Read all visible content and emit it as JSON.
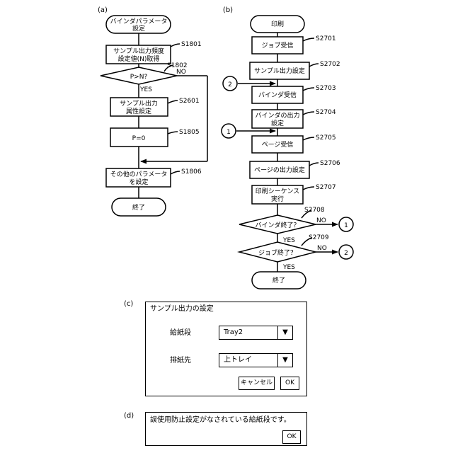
{
  "panels": {
    "a": "(a)",
    "b": "(b)",
    "c": "(c)",
    "d": "(d)"
  },
  "flow_a": {
    "start_line1": "バインダパラメータ",
    "start_line2": "設定",
    "s1801_line1": "サンプル出力頻度",
    "s1801_line2": "設定値(N)取得",
    "s1801": "S1801",
    "s1802": "S1802",
    "decision": "P>N?",
    "no": "NO",
    "yes": "YES",
    "s2601_line1": "サンプル出力",
    "s2601_line2": "属性設定",
    "s2601": "S2601",
    "p0": "P=0",
    "s1805": "S1805",
    "s1806_line1": "その他のパラメータ",
    "s1806_line2": "を設定",
    "s1806": "S1806",
    "end": "終了"
  },
  "flow_b": {
    "start": "印刷",
    "s2701": "S2701",
    "job_recv": "ジョブ受信",
    "s2702": "S2702",
    "sample_set": "サンプル出力設定",
    "s2703": "S2703",
    "binder_recv": "バインダ受信",
    "s2704": "S2704",
    "binder_out_line1": "バインダの出力",
    "binder_out_line2": "設定",
    "s2705": "S2705",
    "page_recv": "ページ受信",
    "s2706": "S2706",
    "page_out": "ページの出力設定",
    "s2707": "S2707",
    "print_seq_line1": "印刷シーケンス",
    "print_seq_line2": "実行",
    "s2708": "S2708",
    "binder_end": "バインダ終了？",
    "no1": "NO",
    "yes1": "YES",
    "s2709": "S2709",
    "job_end": "ジョブ終了？",
    "no2": "NO",
    "yes2": "YES",
    "end": "終了",
    "connector1": "1",
    "connector2": "2"
  },
  "dialog_c": {
    "title": "サンプル出力の設定",
    "tray_label": "給紙段",
    "tray_value": "Tray2",
    "output_label": "排紙先",
    "output_value": "上トレイ",
    "cancel": "キャンセル",
    "ok": "OK",
    "dropdown_glyph": "▼"
  },
  "dialog_d": {
    "message": "誤使用防止設定がなされている給紙段です。",
    "ok": "OK"
  }
}
